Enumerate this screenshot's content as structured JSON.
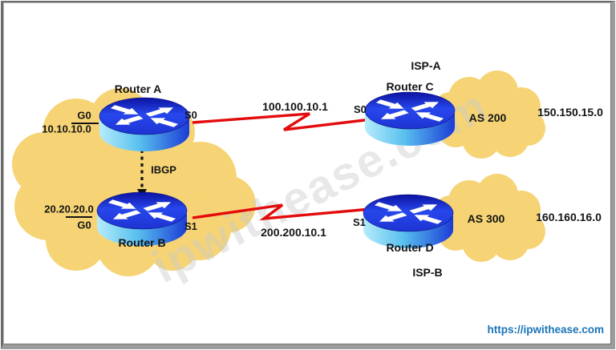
{
  "watermark": "ipwithease.com",
  "footer": {
    "url": "https://ipwithease.com"
  },
  "colors": {
    "cloud": "#F6D475",
    "link": "#E30B0B",
    "url_text": "#1B74B8",
    "router_top": "#2747EC",
    "router_body": "#5FC1EE",
    "ibgp_arrow": "#141414"
  },
  "nodes": {
    "router_a": {
      "label": "Router A",
      "wan_if": "S0",
      "lan_if": "G0",
      "lan_net": "10.10.10.0"
    },
    "router_b": {
      "label": "Router B",
      "wan_if": "S1",
      "lan_if": "G0",
      "lan_net": "20.20.20.0"
    },
    "router_c": {
      "label": "Router C",
      "wan_if": "S0",
      "isp": "ISP-A",
      "as": "AS 200",
      "net": "150.150.15.0"
    },
    "router_d": {
      "label": "Router D",
      "wan_if": "S1",
      "isp": "ISP-B",
      "as": "AS 300",
      "net": "160.160.16.0"
    }
  },
  "links": {
    "ibgp": {
      "label": "IBGP"
    },
    "a_to_c": {
      "ip": "100.100.10.1"
    },
    "b_to_d": {
      "ip": "200.200.10.1"
    }
  }
}
